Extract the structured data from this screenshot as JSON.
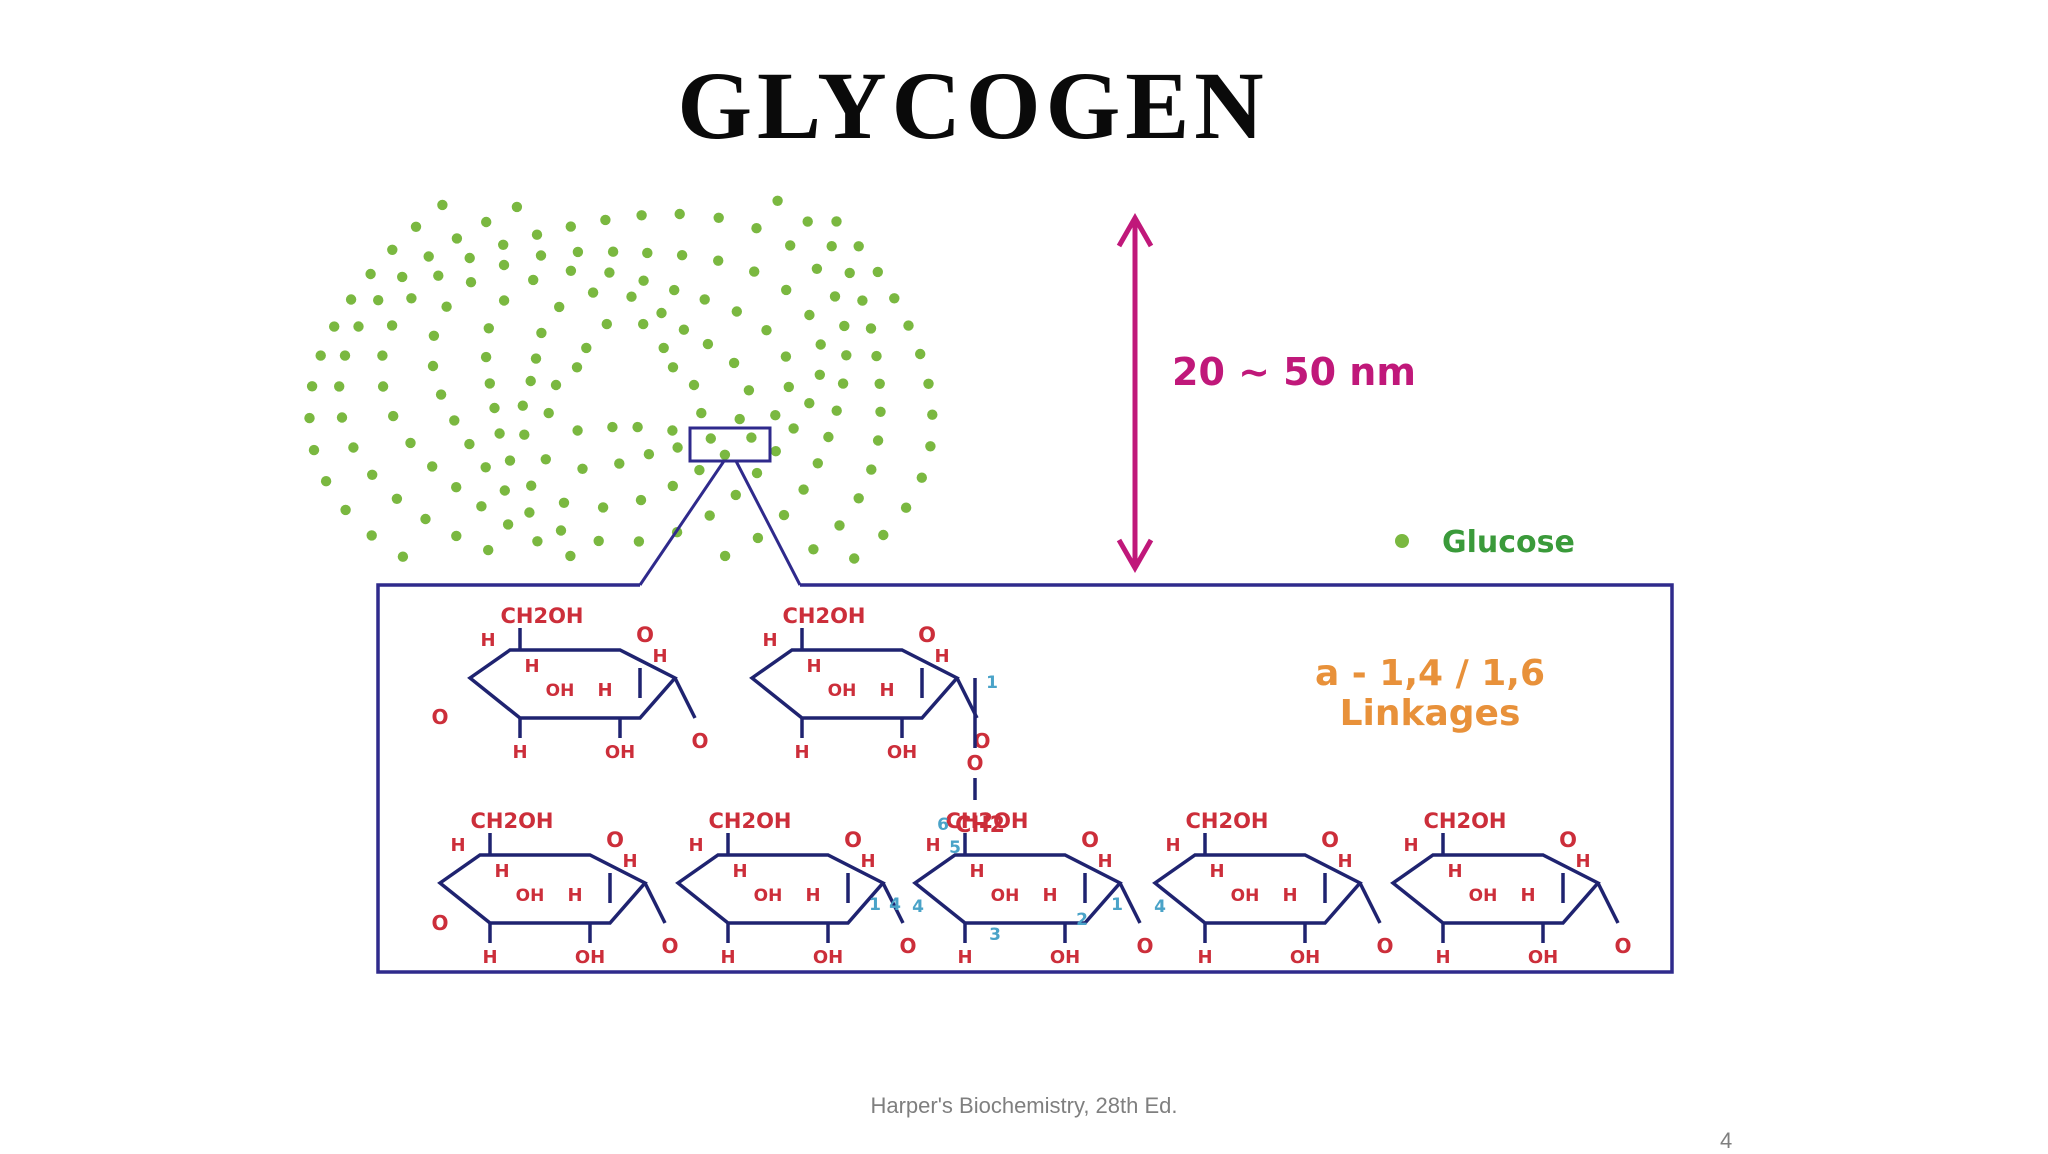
{
  "slide": {
    "title": "GLYCOGEN",
    "footer": "Harper's Biochemistry, 28th Ed.",
    "page_number": "4"
  },
  "diagram": {
    "size_label": "20 ~ 50 nm",
    "legend_label": "Glucose",
    "linkage_line1": "a - 1,4 / 1,6",
    "linkage_line2": "Linkages",
    "atom_labels": {
      "ch2oh": "CH2OH",
      "ch2": "CH2",
      "h": "H",
      "o": "O",
      "oh": "OH"
    },
    "position_numbers": [
      "1",
      "6",
      "5",
      "4",
      "3",
      "2",
      "1",
      "4",
      "1",
      "4"
    ]
  },
  "colors": {
    "particle_green": "#7ab840",
    "arrow_magenta": "#c0187a",
    "frame_navy": "#2f2a8c",
    "bond_navy": "#1f2370",
    "atom_red": "#cc2e3a",
    "linkage_orange": "#e8913a",
    "number_blue": "#4aa3c8",
    "legend_text_green": "#3a9a3a"
  }
}
